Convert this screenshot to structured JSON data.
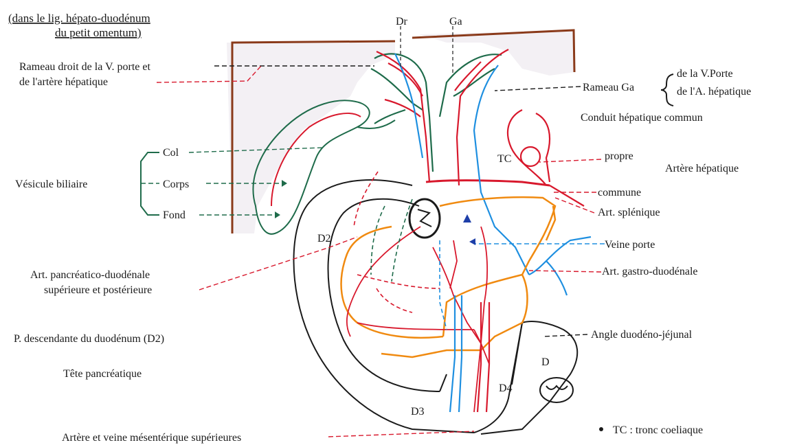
{
  "header": {
    "line1": "(dans le lig. hépato-duodénum",
    "line2": "du petit omentum)"
  },
  "top_labels": {
    "dr": "Dr",
    "ga": "Ga"
  },
  "left_labels": {
    "rameau_droit_1": "Rameau droit de la V. porte et",
    "rameau_droit_2": "de l'artère hépatique",
    "vesicule": "Vésicule biliaire",
    "col": "Col",
    "corps": "Corps",
    "fond": "Fond",
    "art_pd_1": "Art. pancréatico-duodénale",
    "art_pd_2": "supérieure et postérieure",
    "d2_desc": "P. descendante du duodénum (D2)",
    "tete": "Tête pancréatique",
    "mesenterique": "Artère et veine mésentérique supérieures"
  },
  "right_labels": {
    "rameau_ga": "Rameau Ga",
    "vporte_branch": "de la V.Porte",
    "ahep_branch": "de l'A. hépatique",
    "conduit": "Conduit hépatique commun",
    "propre": "propre",
    "artere_hep": "Artère hépatique",
    "commune": "commune",
    "splenique": "Art. splénique",
    "veine_porte": "Veine porte",
    "gastro": "Art. gastro-duodénale",
    "angle": "Angle duodéno-jéjunal",
    "legend_tc": "TC : tronc coeliaque"
  },
  "diagram_labels": {
    "tc": "TC",
    "d2": "D2",
    "d3": "D3",
    "d4": "D4",
    "d": "D"
  },
  "colors": {
    "artery": "#d8182c",
    "vein": "#1e8fe0",
    "bile": "#1e6b4a",
    "pancreas": "#f08a10",
    "liver": "#8a3a1a",
    "outline": "#1a1a1a"
  }
}
